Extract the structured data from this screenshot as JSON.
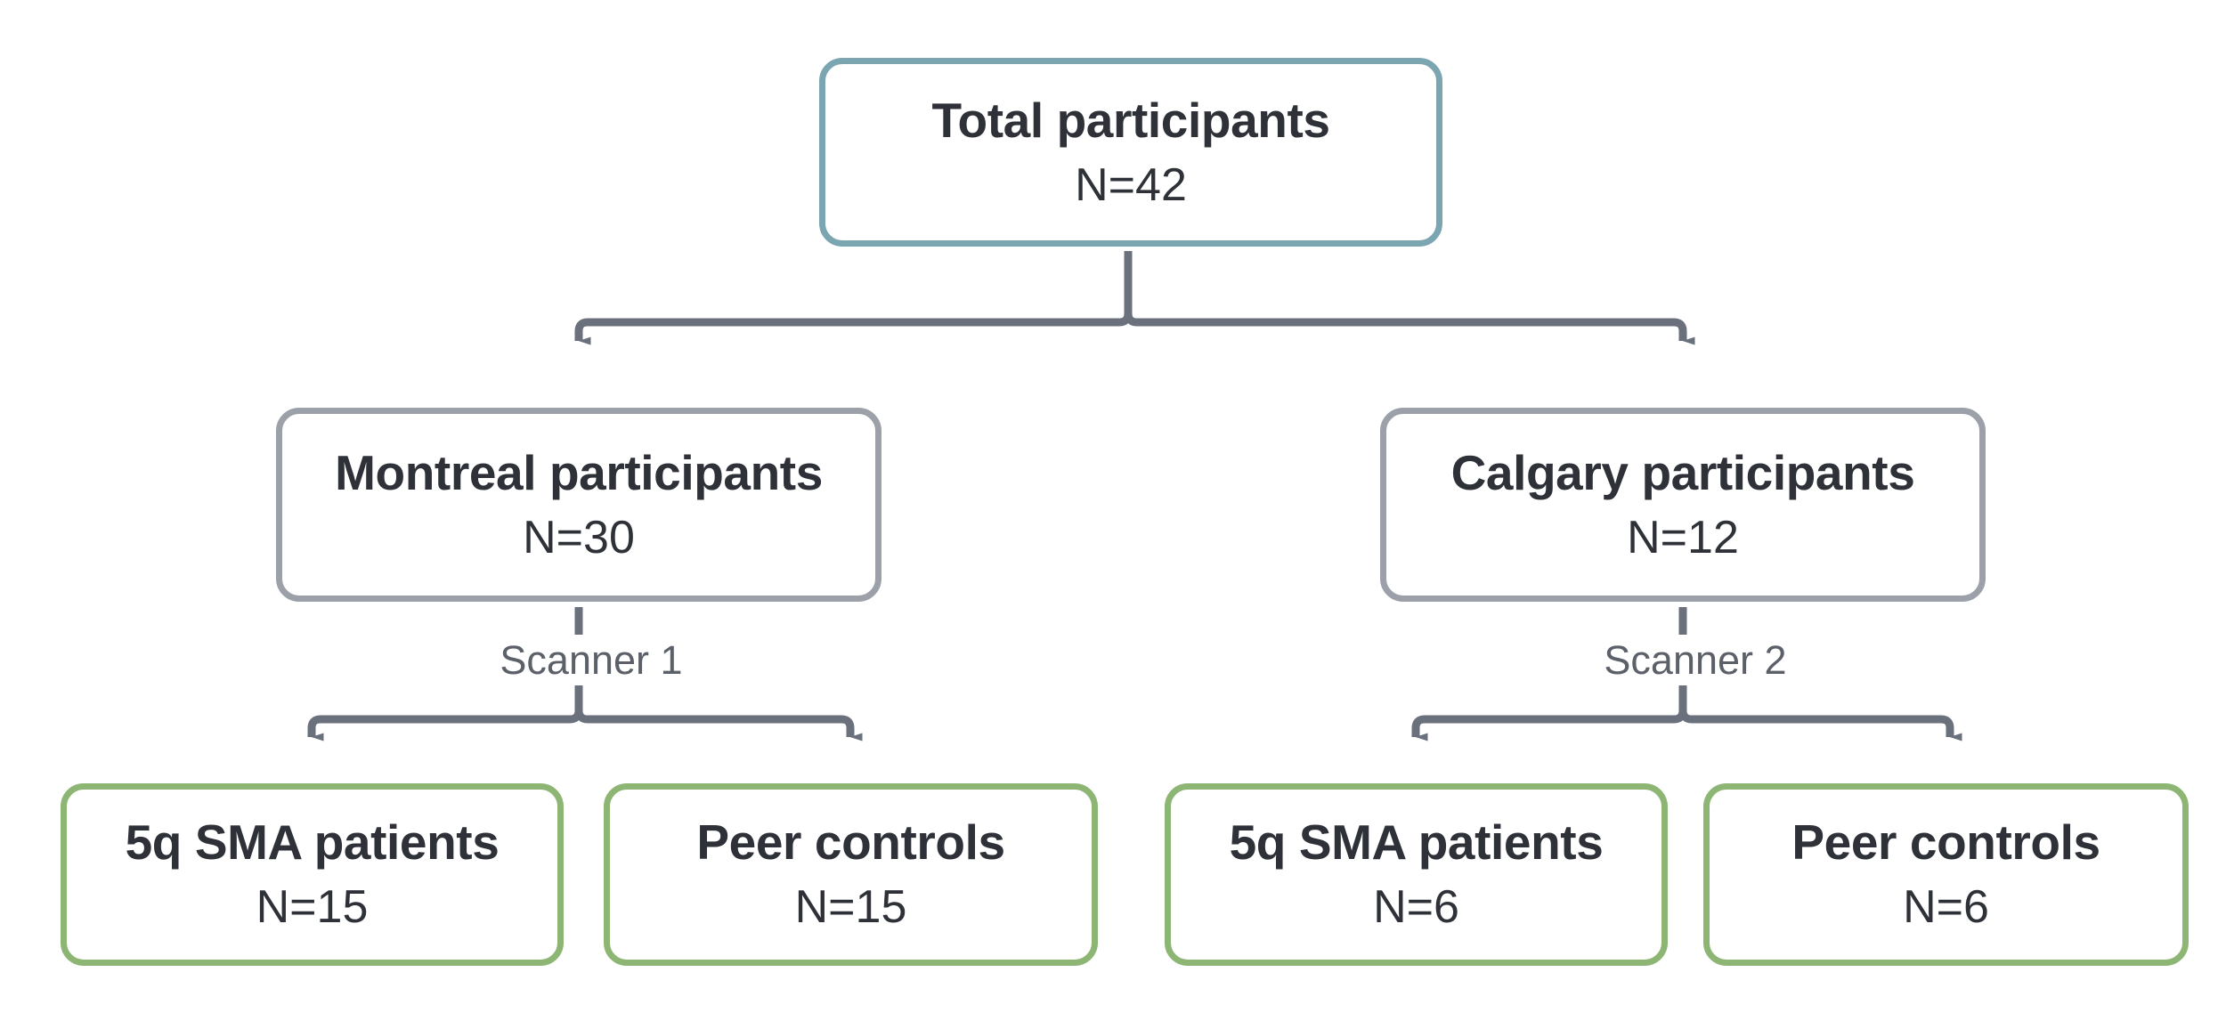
{
  "diagram": {
    "type": "flowchart",
    "orientation": "top-down",
    "background_color": "#ffffff",
    "nodes": [
      {
        "id": "total",
        "title": "Total participants",
        "count": "N=42",
        "border_color": "#7ba5b0",
        "level": 0
      },
      {
        "id": "montreal",
        "title": "Montreal participants",
        "count": "N=30",
        "border_color": "#9ba0a9",
        "level": 1
      },
      {
        "id": "calgary",
        "title": "Calgary participants",
        "count": "N=12",
        "border_color": "#9ba0a9",
        "level": 1
      },
      {
        "id": "montreal_sma",
        "title": "5q SMA patients",
        "count": "N=15",
        "border_color": "#8db573",
        "level": 2
      },
      {
        "id": "montreal_controls",
        "title": "Peer controls",
        "count": "N=15",
        "border_color": "#8db573",
        "level": 2
      },
      {
        "id": "calgary_sma",
        "title": "5q SMA patients",
        "count": "N=6",
        "border_color": "#8db573",
        "level": 2
      },
      {
        "id": "calgary_controls",
        "title": "Peer controls",
        "count": "N=6",
        "border_color": "#8db573",
        "level": 2
      }
    ],
    "edge_labels": [
      {
        "id": "scanner1",
        "text": "Scanner 1"
      },
      {
        "id": "scanner2",
        "text": "Scanner 2"
      }
    ],
    "connector_color": "#6a707c"
  }
}
